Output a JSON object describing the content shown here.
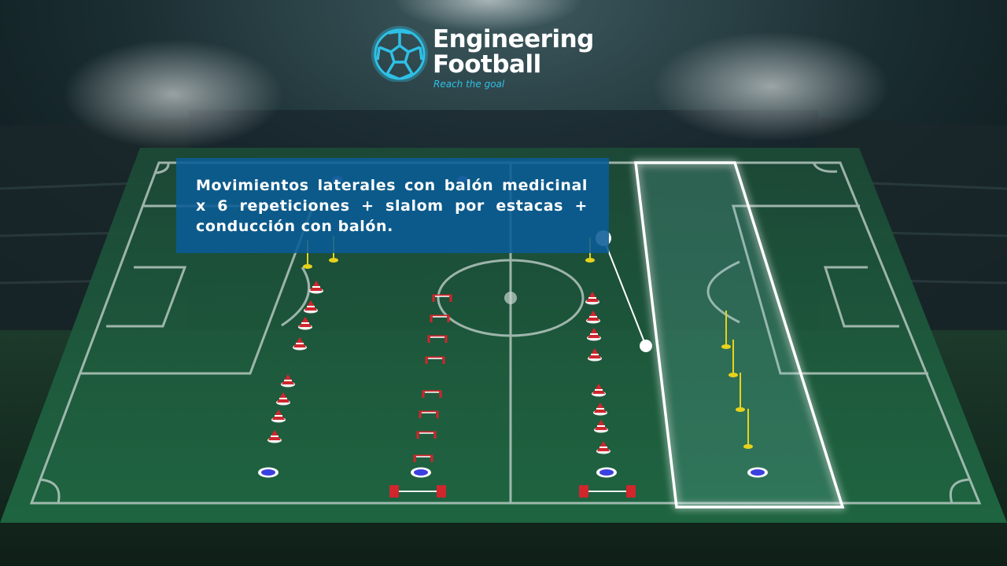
{
  "brand": {
    "line1": "Engineering",
    "line2": "Football",
    "tagline": "Reach the goal",
    "icon": "soccer-ball-icon"
  },
  "drill": {
    "description": "Movimientos laterales con balón medicinal x 6 repeticiones + slalom por estacas + conducción con balón."
  },
  "colors": {
    "pitch": "#1d5a3c",
    "pitch_lines": "#cfd8d4",
    "panel": "#0a5c96",
    "brand_accent": "#2fc0e6",
    "cone_red": "#d0262c",
    "pole_yellow": "#e8d21a",
    "disc_blue": "#3a40e0",
    "highlight": "#ffffff"
  },
  "equipment": {
    "cones": "cone-icon",
    "hurdles": "mini-hurdle-icon",
    "poles": "slalom-pole-icon",
    "discs": "disc-marker-icon",
    "ladders": "speed-bar-icon"
  }
}
